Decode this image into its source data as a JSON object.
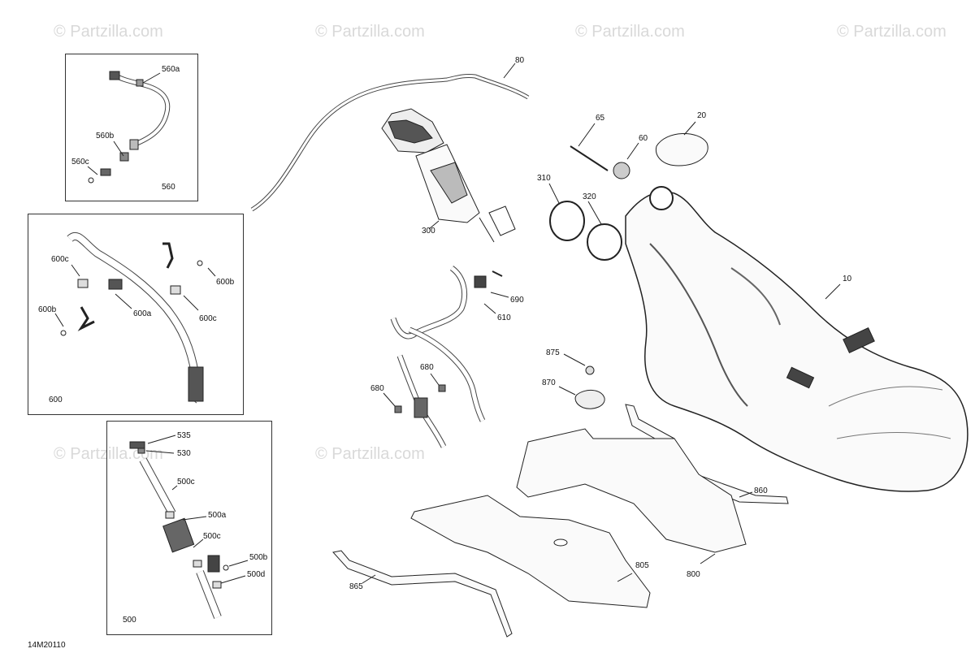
{
  "watermark": "© Partzilla.com",
  "drawing_code": "14M20110",
  "groups": {
    "g560": "560",
    "g600": "600",
    "g500": "500"
  },
  "labels": {
    "l560a": "560a",
    "l560b": "560b",
    "l560c": "560c",
    "l600c_1": "600c",
    "l600c_2": "600c",
    "l600b_1": "600b",
    "l600b_2": "600b",
    "l600a": "600a",
    "l535": "535",
    "l530": "530",
    "l500c_1": "500c",
    "l500c_2": "500c",
    "l500a": "500a",
    "l500b": "500b",
    "l500d": "500d",
    "l80": "80",
    "l300": "300",
    "l310": "310",
    "l320": "320",
    "l65": "65",
    "l60": "60",
    "l20": "20",
    "l10": "10",
    "l690": "690",
    "l610": "610",
    "l680_1": "680",
    "l680_2": "680",
    "l875": "875",
    "l870": "870",
    "l860": "860",
    "l800": "800",
    "l805": "805",
    "l865": "865"
  }
}
